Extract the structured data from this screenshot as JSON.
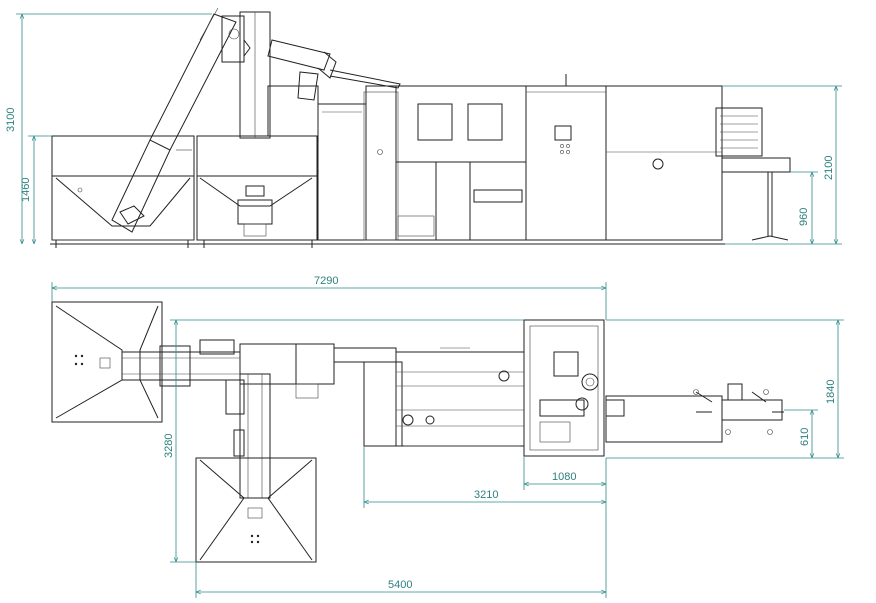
{
  "dimensions": {
    "side_total_height": "3100",
    "side_hopper_height": "1460",
    "side_cabinet_height": "2100",
    "side_conveyor_height": "960",
    "top_total_length": "7290",
    "top_depth": "3280",
    "top_unit_depth": "1840",
    "top_conveyor_width": "610",
    "top_module_width": "1080",
    "top_machine_length": "3210",
    "top_bottom_length": "5400"
  },
  "colors": {
    "line": "#222222",
    "dimension": "#2e8b8b"
  }
}
